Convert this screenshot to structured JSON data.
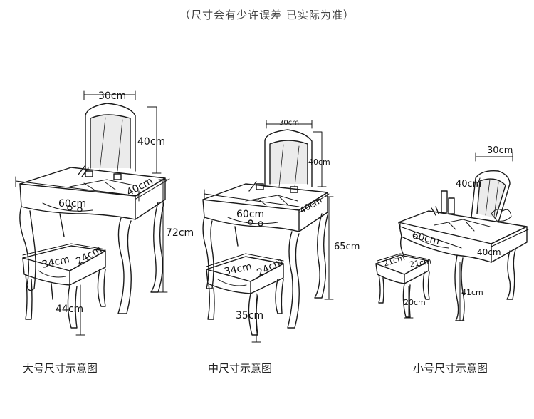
{
  "note": "（尺寸会有少许误差 已实际为准）",
  "colors": {
    "line": "#1a1a1a",
    "mirror": "#d8d8d8",
    "background": "#ffffff"
  },
  "large": {
    "caption": "大号尺寸示意图",
    "mirror_width": "30cm",
    "mirror_height": "40cm",
    "table_width": "60cm",
    "table_depth": "40cm",
    "table_height": "72cm",
    "stool_width": "34cm",
    "stool_depth": "24cm",
    "stool_height": "44cm"
  },
  "medium": {
    "caption": "中尺寸示意图",
    "mirror_width": "30cm",
    "mirror_height": "40cm",
    "table_width": "60cm",
    "table_depth": "40cm",
    "table_height": "65cm",
    "stool_width": "34cm",
    "stool_depth": "24cm",
    "stool_height": "35cm"
  },
  "small": {
    "caption": "小号尺寸示意图",
    "mirror_width": "30cm",
    "mirror_height": "40cm",
    "table_width": "60cm",
    "table_depth": "40cm",
    "table_height": "41cm",
    "stool_width": "21cm",
    "stool_depth": "21cm",
    "stool_height": "20cm"
  }
}
